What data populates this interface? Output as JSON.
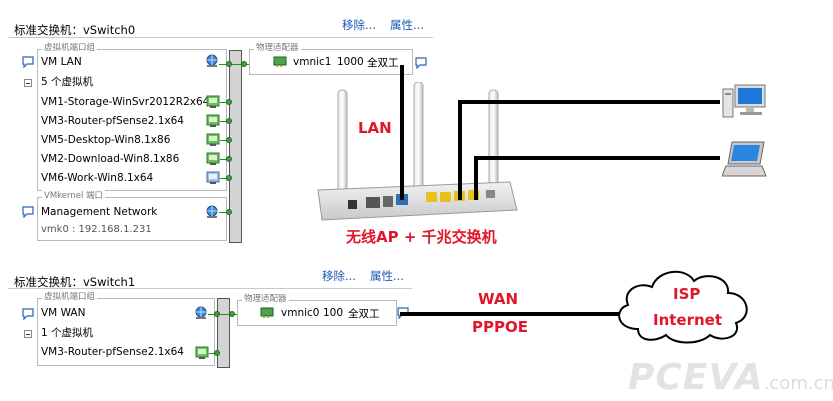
{
  "vswitch0": {
    "title": "标准交换机：vSwitch0",
    "remove": "移除...",
    "properties": "属性...",
    "vm_group_label": "虚拟机端口组",
    "vm_lan": "VM LAN",
    "vm_count": "5 个虚拟机",
    "vms": [
      "VM1-Storage-WinSvr2012R2x64",
      "VM3-Router-pfSense2.1x64",
      "VM5-Desktop-Win8.1x86",
      "VM2-Download-Win8.1x86",
      "VM6-Work-Win8.1x64"
    ],
    "vmkernel_label": "VMkernel 端口",
    "mgmt": "Management Network",
    "vmk": "vmk0 : 192.168.1.231",
    "adapter_label": "物理适配器",
    "nic": "vmnic1",
    "speed": "1000",
    "duplex": "全双工"
  },
  "vswitch1": {
    "title": "标准交换机：vSwitch1",
    "remove": "移除...",
    "properties": "属性...",
    "vm_group_label": "虚拟机端口组",
    "vm_wan": "VM WAN",
    "vm_count": "1 个虚拟机",
    "vms": [
      "VM3-Router-pfSense2.1x64"
    ],
    "adapter_label": "物理适配器",
    "nic": "vmnic0",
    "speed": "100",
    "duplex": "全双工"
  },
  "labels": {
    "lan": "LAN",
    "ap": "无线AP + 千兆交换机",
    "wan": "WAN",
    "pppoe": "PPPOE",
    "isp": "ISP",
    "internet": "Internet"
  },
  "watermark": {
    "brand": "PCEVA",
    "suffix": ".com.cn"
  },
  "colors": {
    "link": "#1a56b8",
    "red": "#e0162b",
    "wire": "#2f8a2f"
  }
}
